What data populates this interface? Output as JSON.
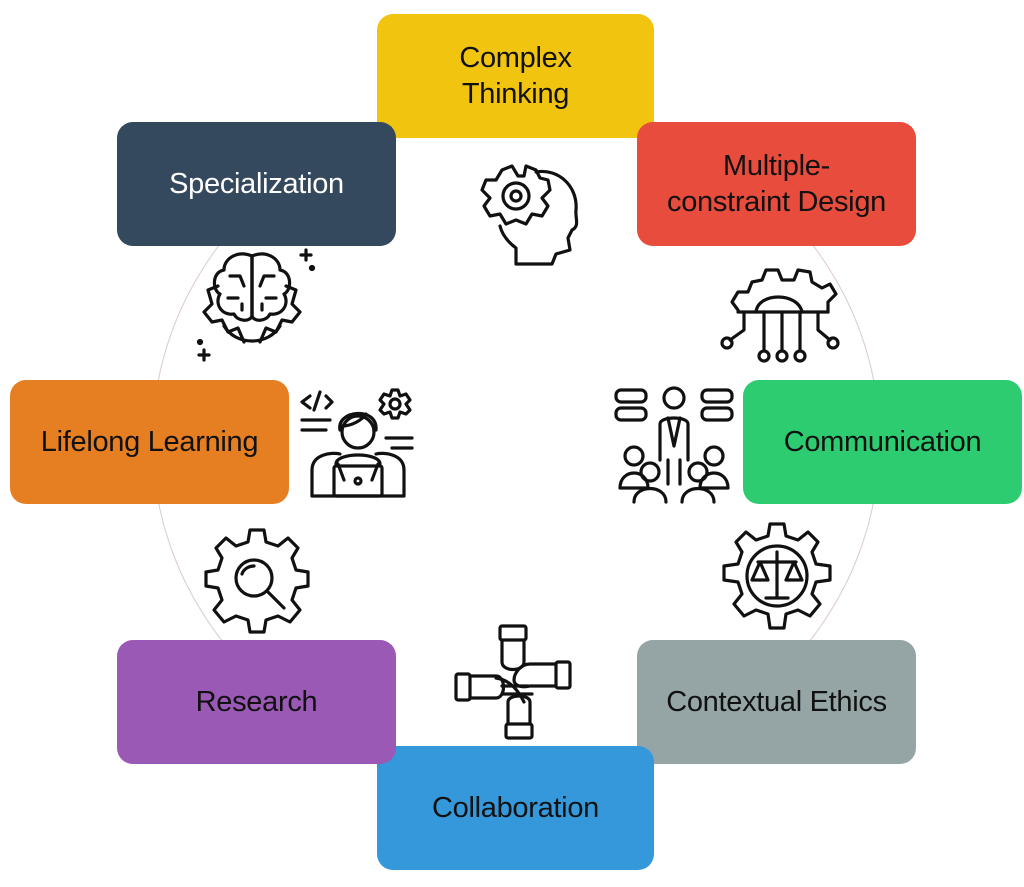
{
  "diagram": {
    "nodes": [
      {
        "id": "complex-thinking",
        "label": "Complex\nThinking",
        "color": "#F1C40F",
        "text_color": "#111111",
        "icon": "gear-head-icon"
      },
      {
        "id": "multiple-constraint-design",
        "label": "Multiple-\nconstraint Design",
        "color": "#E74C3C",
        "text_color": "#111111",
        "icon": "circuit-gear-icon"
      },
      {
        "id": "communication",
        "label": "Communication",
        "color": "#2ECC71",
        "text_color": "#111111",
        "icon": "presenter-group-icon"
      },
      {
        "id": "contextual-ethics",
        "label": "Contextual Ethics",
        "color": "#95A5A6",
        "text_color": "#111111",
        "icon": "scales-gear-icon"
      },
      {
        "id": "collaboration",
        "label": "Collaboration",
        "color": "#3498DB",
        "text_color": "#111111",
        "icon": "stacked-hands-icon"
      },
      {
        "id": "research",
        "label": "Research",
        "color": "#9B59B6",
        "text_color": "#111111",
        "icon": "magnifier-gear-icon"
      },
      {
        "id": "lifelong-learning",
        "label": "Lifelong Learning",
        "color": "#E67E22",
        "text_color": "#111111",
        "icon": "coder-laptop-icon"
      },
      {
        "id": "specialization",
        "label": "Specialization",
        "color": "#34495E",
        "text_color": "#FFFFFF",
        "icon": "brain-gear-icon"
      }
    ]
  }
}
